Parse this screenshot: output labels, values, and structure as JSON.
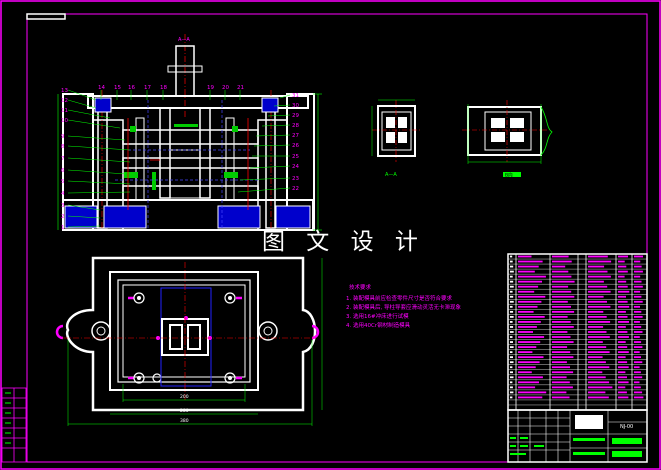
{
  "colors": {
    "background": "#000000",
    "border": "#ff00ff",
    "part": "#ffffff",
    "centerline": "#ff0000",
    "dimension": "#00ff00",
    "hidden": "#0000ff",
    "note": "#ff00ff",
    "bom_text": "#ff00ff",
    "balloon": "#00ff00"
  },
  "watermark": "图 文 设 计",
  "main_view": {
    "top_label": "A—A",
    "balloons_top": [
      "14",
      "15",
      "16",
      "17",
      "18",
      "19",
      "20",
      "21"
    ],
    "balloons_left": [
      "13",
      "12",
      "11",
      "10",
      "9",
      "8",
      "7",
      "6",
      "5",
      "4",
      "3",
      "2",
      "1"
    ],
    "balloons_right": [
      "22",
      "23",
      "24",
      "25",
      "26",
      "27",
      "28",
      "29",
      "30",
      "31"
    ]
  },
  "aux_views": {
    "part_view_label": "A—A",
    "side_view_label": "B向"
  },
  "plan_view": {
    "dims": [
      "200",
      "280",
      "380"
    ]
  },
  "notes": {
    "title": "技术要求",
    "items": [
      "1. 装配模具前应检查零件尺寸是否符合要求",
      "2. 装配模具后, 导柱导套应滑动灵活无卡滞现象",
      "3. 选用16#冲床进行试模",
      "4. 选用40Cr钢材制造模具"
    ]
  },
  "title_block": {
    "drawing_no": "NJ-00"
  }
}
